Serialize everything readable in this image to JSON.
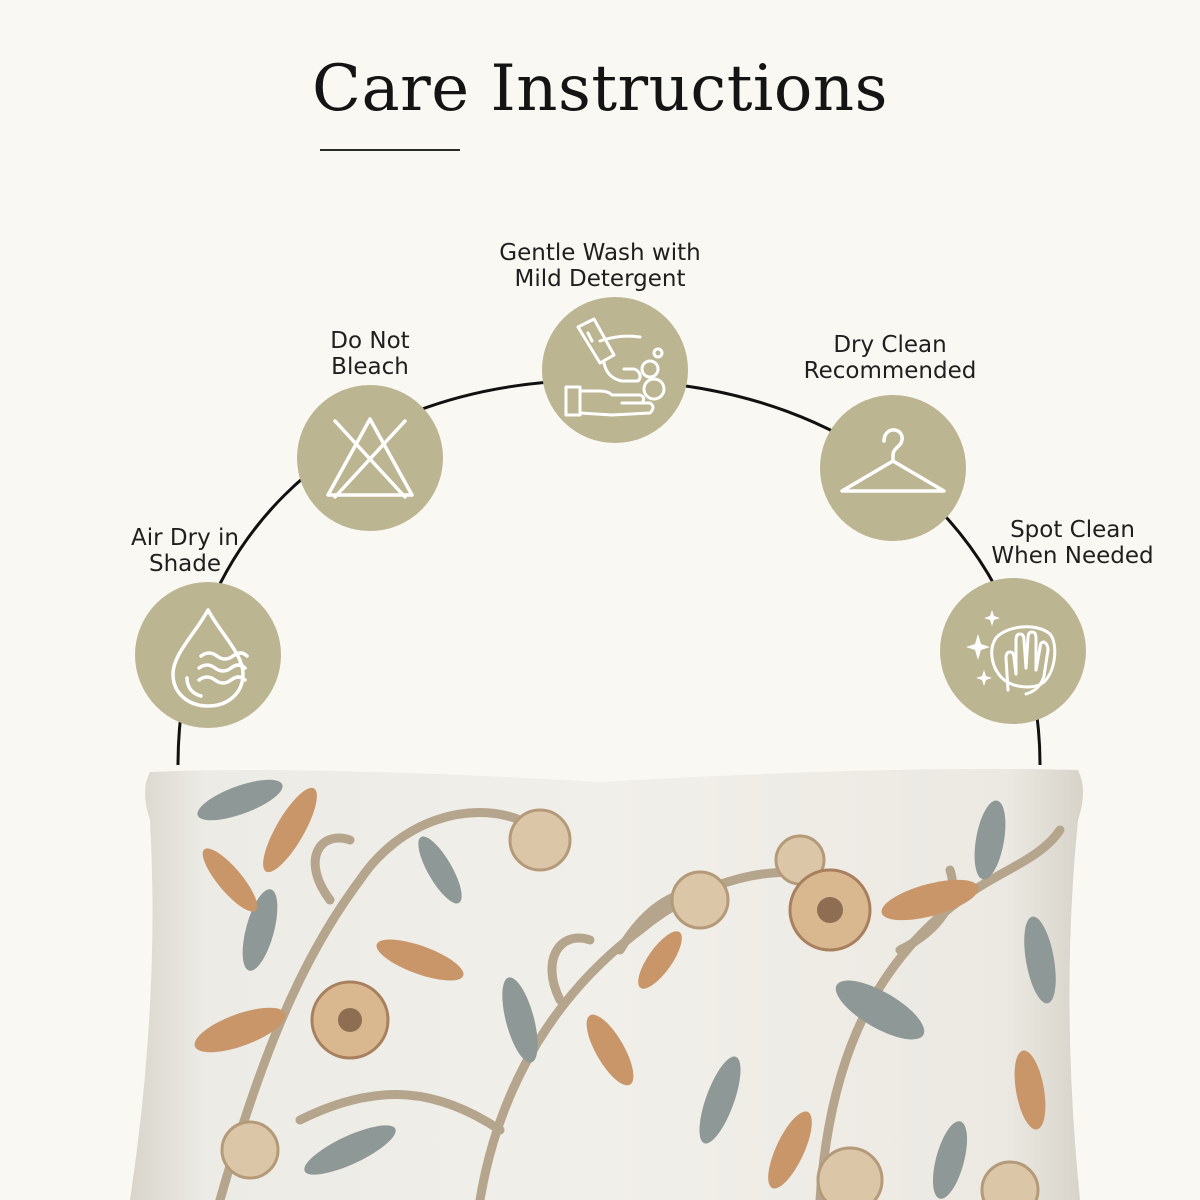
{
  "header": {
    "title": "Care Instructions"
  },
  "care_items": [
    {
      "label": "Air Dry in\nShade",
      "icon": "water-drop-icon"
    },
    {
      "label": "Do Not\nBleach",
      "icon": "no-bleach-icon"
    },
    {
      "label": "Gentle Wash with\nMild Detergent",
      "icon": "hand-wash-icon"
    },
    {
      "label": "Dry Clean\nRecommended",
      "icon": "hanger-icon"
    },
    {
      "label": "Spot Clean\nWhen Needed",
      "icon": "spot-clean-icon"
    }
  ],
  "colors": {
    "background": "#faf8f2",
    "badge": "#bbb592",
    "arc": "#111111",
    "pillow_base": "#ece9e1",
    "embroidery_grey": "#8e9896",
    "embroidery_orange": "#c9966a",
    "embroidery_beige": "#dcc6a8"
  }
}
